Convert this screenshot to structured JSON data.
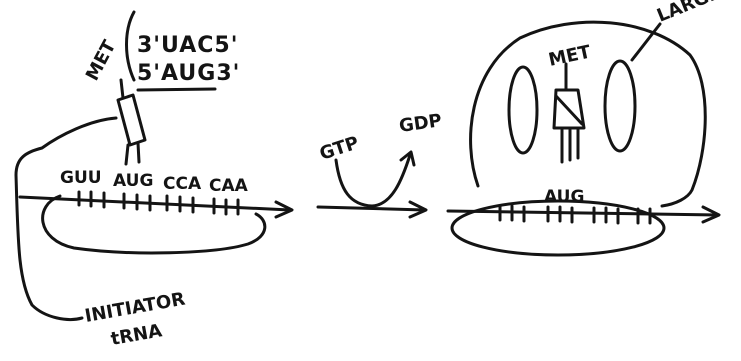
{
  "trna": {
    "amino_acid": "MET",
    "anticodon": "3'UAC5'",
    "codon": "5'AUG3'"
  },
  "mrna": {
    "codons": [
      "GUU",
      "AUG",
      "CCA",
      "CAA"
    ]
  },
  "labels": {
    "initiator_line1": "INITIATOR",
    "initiator_line2": "tRNA",
    "gtp": "GTP",
    "gdp": "GDP",
    "complex_met": "MET",
    "complex_codon": "AUG",
    "large_subunit": "LARGE"
  }
}
